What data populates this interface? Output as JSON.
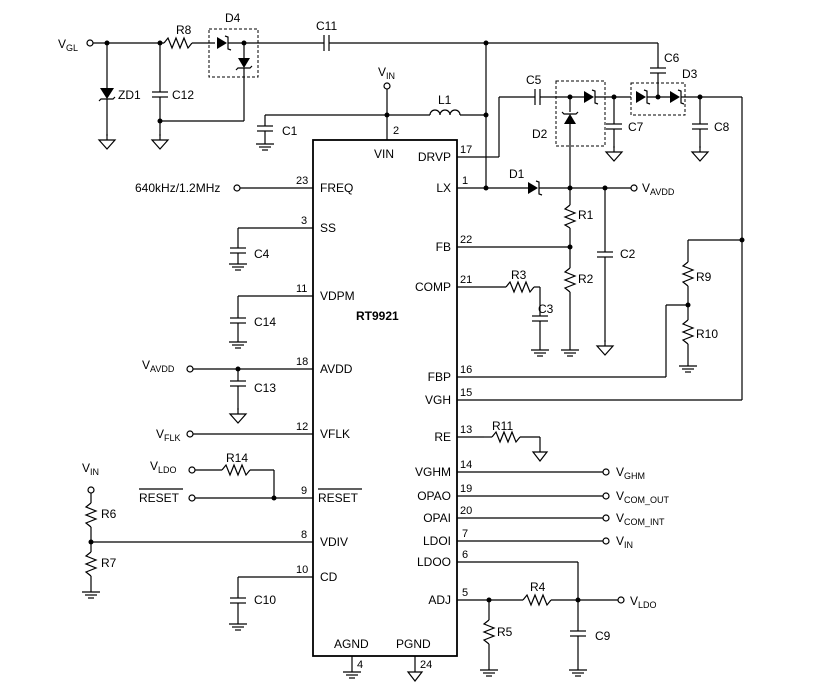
{
  "ic": {
    "name": "RT9921"
  },
  "left_pins": [
    {
      "num": "2",
      "name": "VIN"
    },
    {
      "num": "23",
      "name": "FREQ"
    },
    {
      "num": "3",
      "name": "SS"
    },
    {
      "num": "11",
      "name": "VDPM"
    },
    {
      "num": "18",
      "name": "AVDD"
    },
    {
      "num": "12",
      "name": "VFLK"
    },
    {
      "num": "9",
      "name": "RESET"
    },
    {
      "num": "8",
      "name": "VDIV"
    },
    {
      "num": "10",
      "name": "CD"
    }
  ],
  "right_pins": [
    {
      "num": "17",
      "name": "DRVP"
    },
    {
      "num": "1",
      "name": "LX"
    },
    {
      "num": "22",
      "name": "FB"
    },
    {
      "num": "21",
      "name": "COMP"
    },
    {
      "num": "16",
      "name": "FBP"
    },
    {
      "num": "15",
      "name": "VGH"
    },
    {
      "num": "13",
      "name": "RE"
    },
    {
      "num": "14",
      "name": "VGHM"
    },
    {
      "num": "19",
      "name": "OPAO"
    },
    {
      "num": "20",
      "name": "OPAI"
    },
    {
      "num": "7",
      "name": "LDOI"
    },
    {
      "num": "6",
      "name": "LDOO"
    },
    {
      "num": "5",
      "name": "ADJ"
    }
  ],
  "bottom_pins": [
    {
      "num": "4",
      "name": "AGND"
    },
    {
      "num": "24",
      "name": "PGND"
    }
  ],
  "components": {
    "R8": "R8",
    "D4": "D4",
    "C11": "C11",
    "ZD1": "ZD1",
    "C12": "C12",
    "L1": "L1",
    "C1": "C1",
    "C5": "C5",
    "C6": "C6",
    "D3": "D3",
    "D2": "D2",
    "C7": "C7",
    "C8": "C8",
    "D1": "D1",
    "R1": "R1",
    "C2": "C2",
    "R2": "R2",
    "R3": "R3",
    "C3": "C3",
    "R9": "R9",
    "R10": "R10",
    "C4": "C4",
    "C14": "C14",
    "C13": "C13",
    "R14": "R14",
    "R6": "R6",
    "R7": "R7",
    "C10": "C10",
    "R11": "R11",
    "R4": "R4",
    "R5": "R5",
    "C9": "C9"
  },
  "nets": {
    "vgl": {
      "main": "V",
      "sub": "GL"
    },
    "vin_top": {
      "main": "V",
      "sub": "IN"
    },
    "vin_left": {
      "main": "V",
      "sub": "IN"
    },
    "vin_right": {
      "main": "V",
      "sub": "IN"
    },
    "vavdd_right": {
      "main": "V",
      "sub": "AVDD"
    },
    "vavdd_left": {
      "main": "V",
      "sub": "AVDD"
    },
    "vflk": {
      "main": "V",
      "sub": "FLK"
    },
    "vldo_left": {
      "main": "V",
      "sub": "LDO"
    },
    "vldo_right": {
      "main": "V",
      "sub": "LDO"
    },
    "vghm": {
      "main": "V",
      "sub": "GHM"
    },
    "vcom_out": {
      "main": "V",
      "sub": "COM_OUT"
    },
    "vcom_int": {
      "main": "V",
      "sub": "COM_INT"
    },
    "freq": "640kHz/1.2MHz",
    "reset": "RESET"
  }
}
